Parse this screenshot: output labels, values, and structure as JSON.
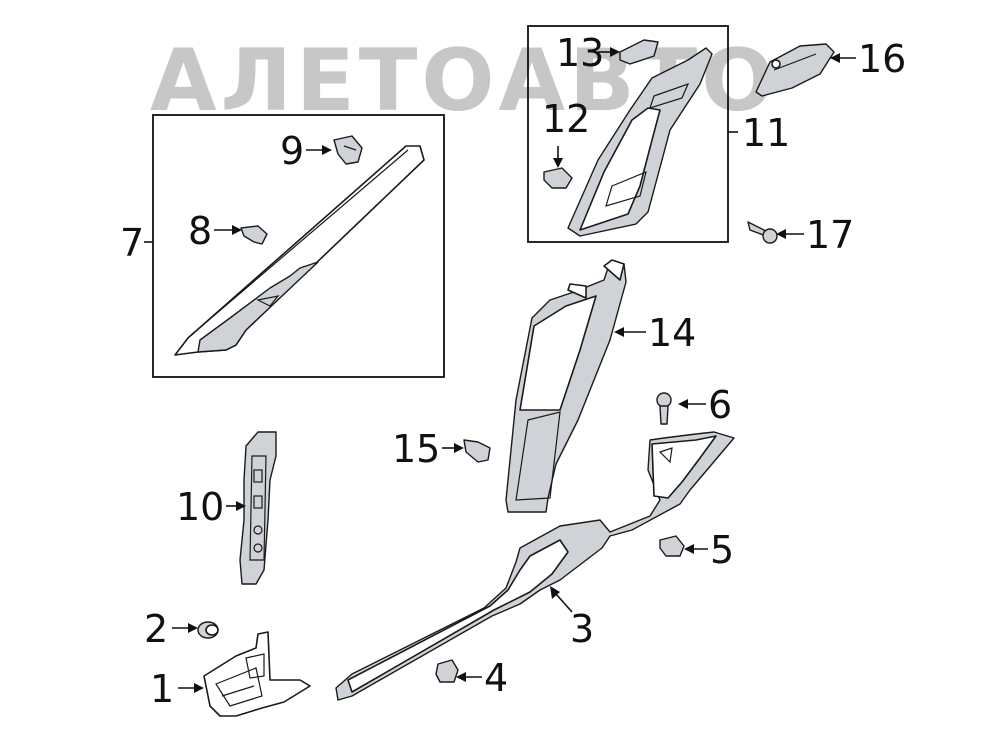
{
  "watermark": {
    "text": "АЛЕТОАВТО",
    "color": "#9a9a9a"
  },
  "callouts": {
    "c1": "1",
    "c2": "2",
    "c3": "3",
    "c4": "4",
    "c5": "5",
    "c6": "6",
    "c7": "7",
    "c8": "8",
    "c9": "9",
    "c10": "10",
    "c11": "11",
    "c12": "12",
    "c13": "13",
    "c14": "14",
    "c15": "15",
    "c16": "16",
    "c17": "17"
  },
  "colors": {
    "line": "#1a1a1a",
    "part_fill": "#ffffff",
    "part_shade": "#cfd2d6"
  }
}
